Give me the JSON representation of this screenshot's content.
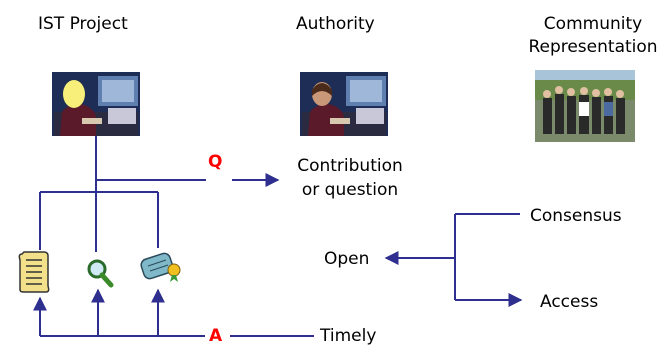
{
  "headers": {
    "project": "IST Project",
    "authority": "Authority",
    "community_line1": "Community",
    "community_line2": "Representation"
  },
  "flow": {
    "q_label": "Q",
    "a_label": "A",
    "contribution_line1": "Contribution",
    "contribution_line2": "or question",
    "open": "Open",
    "consensus": "Consensus",
    "access": "Access",
    "timely": "Timely"
  },
  "colors": {
    "line": "#2f2f8f",
    "accent_red": "#ff0000"
  },
  "icons": [
    "document-icon",
    "magnifier-icon",
    "certificate-icon"
  ]
}
